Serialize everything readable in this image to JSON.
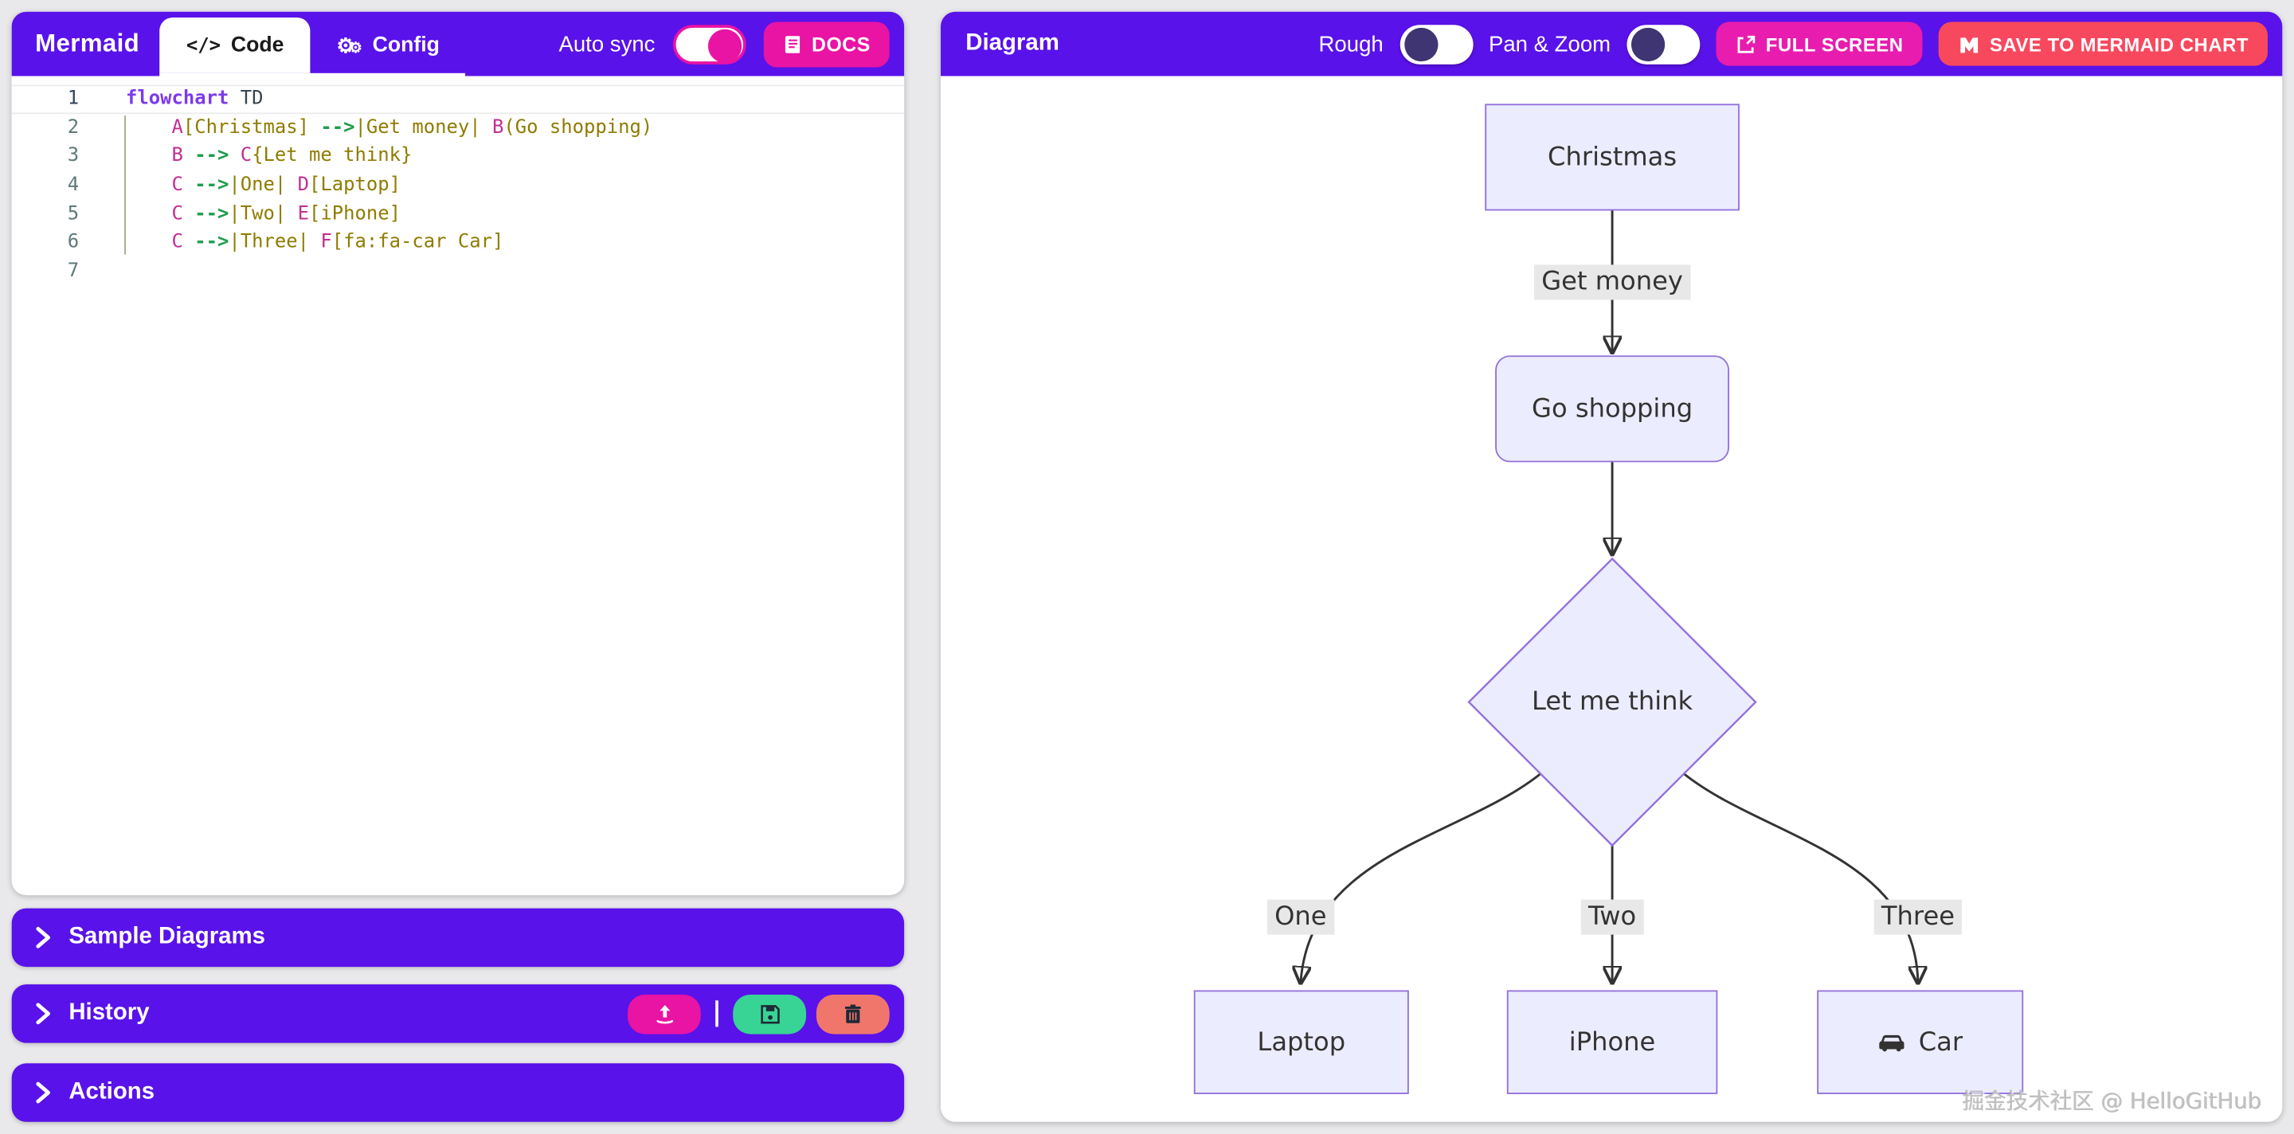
{
  "editor_panel": {
    "brand": "Mermaid",
    "tabs": {
      "code": "Code",
      "config": "Config"
    },
    "code_tab_glyph": "</>",
    "auto_sync_label": "Auto sync",
    "docs_button_label": "DOCS",
    "code_lines": [
      {
        "num": "1",
        "segs": [
          [
            "flowchart",
            "kw"
          ],
          [
            " TD",
            "td"
          ]
        ]
      },
      {
        "num": "2",
        "segs": [
          [
            "    ",
            "pl"
          ],
          [
            "A",
            "id"
          ],
          [
            "[Christmas]",
            "str"
          ],
          [
            " ",
            "pl"
          ],
          [
            "-->",
            "ar"
          ],
          [
            "|Get money|",
            "str"
          ],
          [
            " ",
            "pl"
          ],
          [
            "B",
            "id"
          ],
          [
            "(Go shopping)",
            "str"
          ]
        ]
      },
      {
        "num": "3",
        "segs": [
          [
            "    ",
            "pl"
          ],
          [
            "B",
            "id"
          ],
          [
            " ",
            "pl"
          ],
          [
            "-->",
            "ar"
          ],
          [
            " ",
            "pl"
          ],
          [
            "C",
            "id"
          ],
          [
            "{Let me think}",
            "str"
          ]
        ]
      },
      {
        "num": "4",
        "segs": [
          [
            "    ",
            "pl"
          ],
          [
            "C",
            "id"
          ],
          [
            " ",
            "pl"
          ],
          [
            "-->",
            "ar"
          ],
          [
            "|One|",
            "str"
          ],
          [
            " ",
            "pl"
          ],
          [
            "D",
            "id"
          ],
          [
            "[Laptop]",
            "str"
          ]
        ]
      },
      {
        "num": "5",
        "segs": [
          [
            "    ",
            "pl"
          ],
          [
            "C",
            "id"
          ],
          [
            " ",
            "pl"
          ],
          [
            "-->",
            "ar"
          ],
          [
            "|Two|",
            "str"
          ],
          [
            " ",
            "pl"
          ],
          [
            "E",
            "id"
          ],
          [
            "[iPhone]",
            "str"
          ]
        ]
      },
      {
        "num": "6",
        "segs": [
          [
            "    ",
            "pl"
          ],
          [
            "C",
            "id"
          ],
          [
            " ",
            "pl"
          ],
          [
            "-->",
            "ar"
          ],
          [
            "|Three|",
            "str"
          ],
          [
            " ",
            "pl"
          ],
          [
            "F",
            "id"
          ],
          [
            "[fa:fa-car Car]",
            "str"
          ]
        ]
      },
      {
        "num": "7",
        "segs": []
      }
    ]
  },
  "accordion": {
    "sample_diagrams": "Sample Diagrams",
    "history": "History",
    "actions": "Actions"
  },
  "diagram_panel": {
    "title": "Diagram",
    "rough_label": "Rough",
    "pan_zoom_label": "Pan & Zoom",
    "fullscreen_button_label": "FULL SCREEN",
    "save_button_label": "SAVE TO MERMAID CHART",
    "watermark": "掘金技术社区 @ HelloGitHub"
  },
  "toggles": {
    "auto_sync_on": true,
    "rough_on": false,
    "pan_zoom_on": false
  },
  "flowchart": {
    "type": "flowchart",
    "direction": "TD",
    "nodes": [
      {
        "id": "A",
        "label": "Christmas",
        "shape": "rectangle"
      },
      {
        "id": "B",
        "label": "Go shopping",
        "shape": "rounded"
      },
      {
        "id": "C",
        "label": "Let me think",
        "shape": "diamond"
      },
      {
        "id": "D",
        "label": "Laptop",
        "shape": "rectangle"
      },
      {
        "id": "E",
        "label": "iPhone",
        "shape": "rectangle"
      },
      {
        "id": "F",
        "label": "Car",
        "shape": "rectangle",
        "icon": "car"
      }
    ],
    "edges": [
      {
        "from": "A",
        "to": "B",
        "label": "Get money"
      },
      {
        "from": "B",
        "to": "C",
        "label": ""
      },
      {
        "from": "C",
        "to": "D",
        "label": "One"
      },
      {
        "from": "C",
        "to": "E",
        "label": "Two"
      },
      {
        "from": "C",
        "to": "F",
        "label": "Three"
      }
    ]
  },
  "colors": {
    "purple": "#5912e9",
    "pink": "#e913a4",
    "rose": "#f8485e",
    "green": "#38d495",
    "salmon": "#f0766c",
    "node_fill": "#ECECFF",
    "node_border": "#9370DB",
    "edge": "#333333",
    "edge_label_bg": "#e8e8e8"
  }
}
